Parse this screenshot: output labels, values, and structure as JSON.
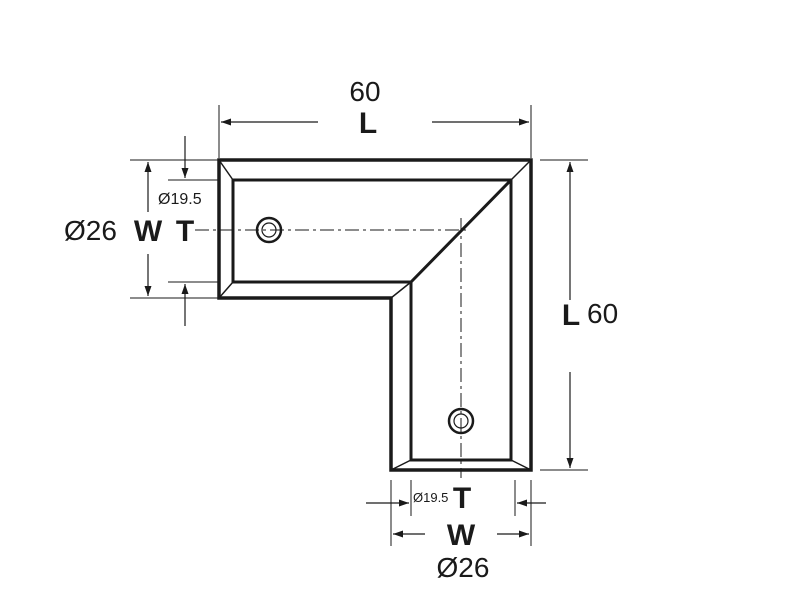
{
  "labels": {
    "top_value": "60",
    "top_symbol": "L",
    "right_symbol": "L",
    "right_value": "60",
    "left_outer_dia": "Ø26",
    "left_w": "W",
    "left_t": "T",
    "left_inner_dia": "Ø19.5",
    "bottom_inner_dia": "Ø19.5",
    "bottom_t": "T",
    "bottom_w": "W",
    "bottom_outer_dia": "Ø26"
  },
  "colors": {
    "line": "#1a1a1a",
    "background": "#ffffff"
  }
}
